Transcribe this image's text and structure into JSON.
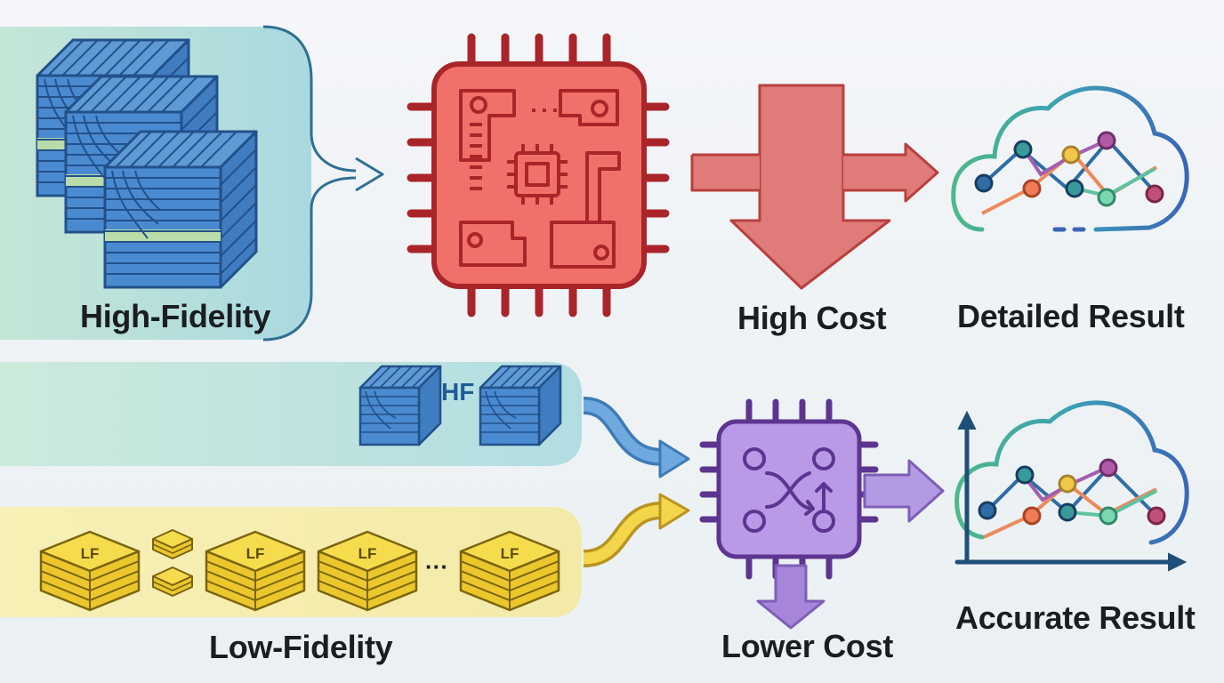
{
  "labels": {
    "high_fidelity": "High-Fidelity",
    "low_fidelity": "Low-Fidelity",
    "high_cost": "High Cost",
    "lower_cost": "Lower Cost",
    "detailed_result": "Detailed Result",
    "accurate_result": "Accurate Result",
    "hf_tag": "HF",
    "lf_tag": "LF",
    "ellipsis": "···"
  },
  "colors": {
    "hf_blue": "#3d7fc4",
    "hf_band": "#b6dde0",
    "lf_band": "#f6efb4",
    "lf_yellow": "#f0d63a",
    "cost_red": "#e06a6a",
    "chip_red": "#f07169",
    "chip_purple": "#b99ae6",
    "plot_navy": "#1f4f78"
  },
  "icons": [
    "layered-cube-icon",
    "cpu-chip-icon",
    "down-arrow-icon",
    "right-arrow-icon",
    "cloud-chart-icon",
    "shuffle-icon",
    "axes-chart-icon"
  ]
}
